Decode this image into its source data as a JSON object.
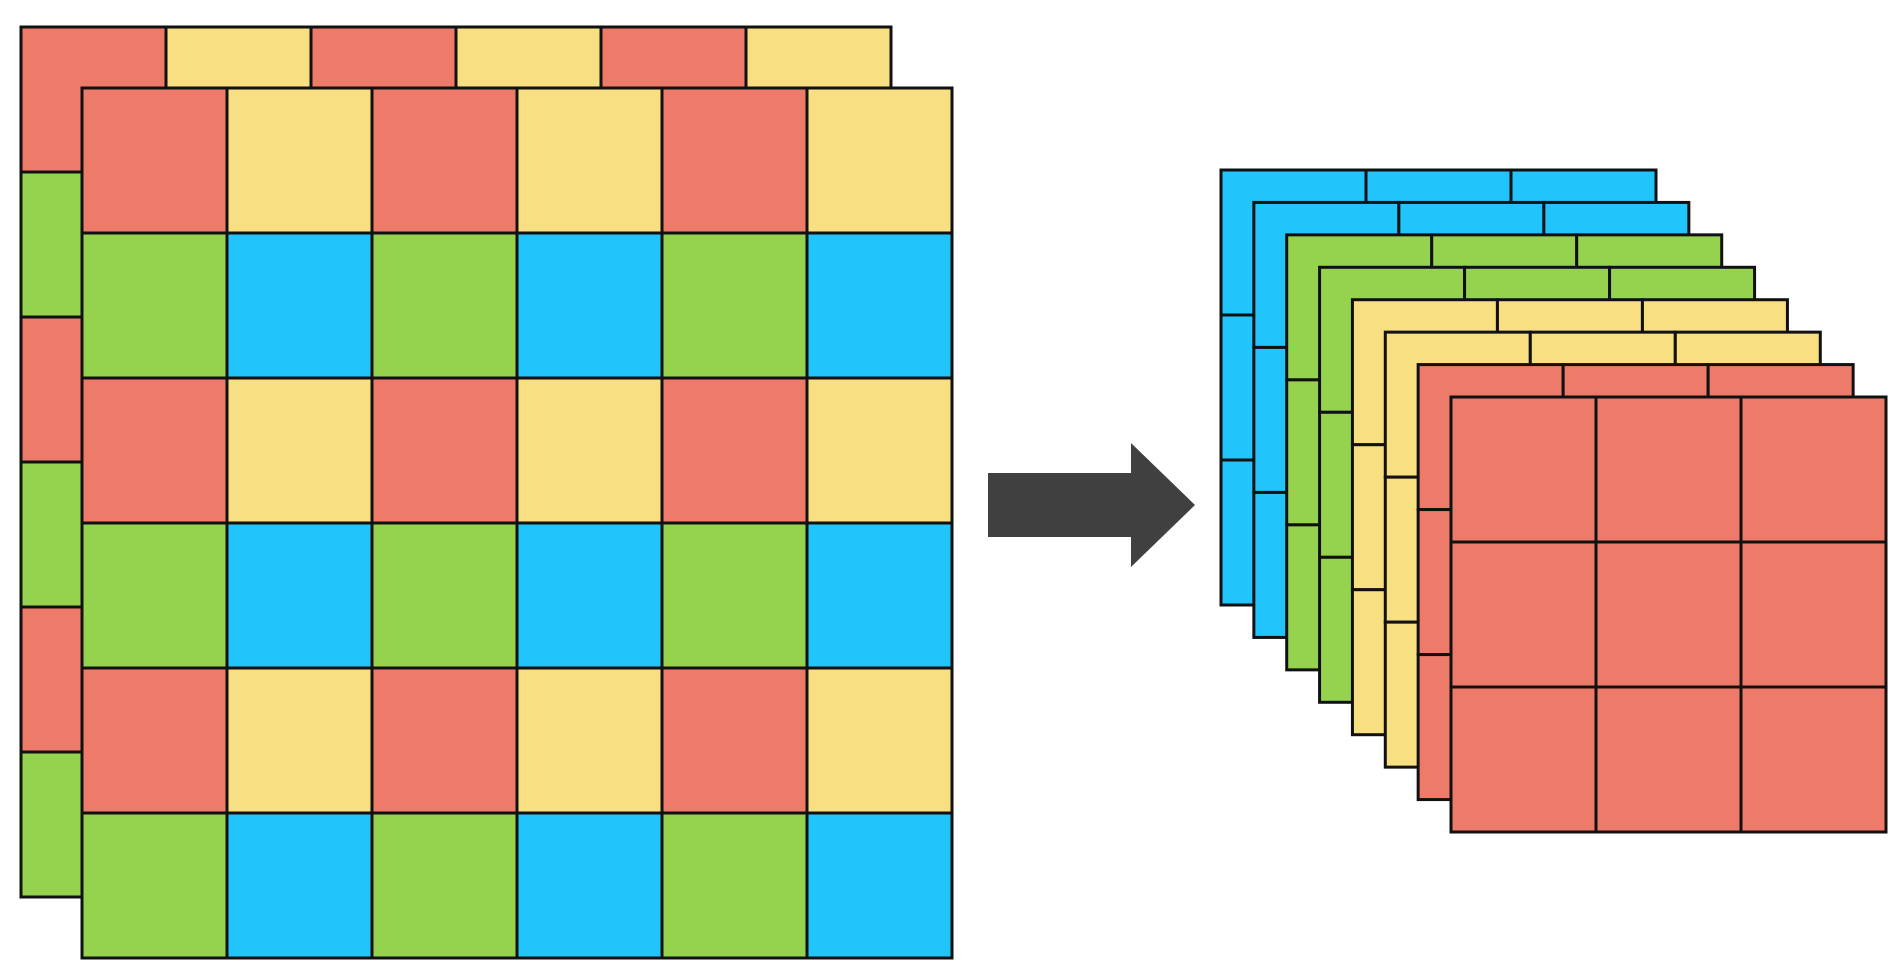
{
  "colors": {
    "red": "#EE7A69",
    "yellow": "#F8DF82",
    "green": "#95D34F",
    "blue": "#22C4FC",
    "stroke": "#111111",
    "arrow": "#404040",
    "background": "#FFFFFF"
  },
  "input_tensor": {
    "grid_rows": 6,
    "grid_cols": 6,
    "back_layer_pattern": [
      [
        "red",
        "yellow",
        "red",
        "yellow",
        "red",
        "yellow"
      ],
      [
        "green",
        "blue",
        "green",
        "blue",
        "green",
        "blue"
      ],
      [
        "red",
        "yellow",
        "red",
        "yellow",
        "red",
        "yellow"
      ],
      [
        "green",
        "blue",
        "green",
        "blue",
        "green",
        "blue"
      ],
      [
        "red",
        "yellow",
        "red",
        "yellow",
        "red",
        "yellow"
      ],
      [
        "green",
        "blue",
        "green",
        "blue",
        "green",
        "blue"
      ]
    ],
    "front_layer_pattern": [
      [
        "red",
        "yellow",
        "red",
        "yellow",
        "red",
        "yellow"
      ],
      [
        "green",
        "blue",
        "green",
        "blue",
        "green",
        "blue"
      ],
      [
        "red",
        "yellow",
        "red",
        "yellow",
        "red",
        "yellow"
      ],
      [
        "green",
        "blue",
        "green",
        "blue",
        "green",
        "blue"
      ],
      [
        "red",
        "yellow",
        "red",
        "yellow",
        "red",
        "yellow"
      ],
      [
        "green",
        "blue",
        "green",
        "blue",
        "green",
        "blue"
      ]
    ]
  },
  "arrow": {
    "icon": "right-arrow-icon"
  },
  "output_tensor": {
    "grid_rows": 3,
    "grid_cols": 3,
    "channel_colors_back_to_front": [
      "blue",
      "blue",
      "green",
      "green",
      "yellow",
      "yellow",
      "red",
      "red"
    ]
  }
}
